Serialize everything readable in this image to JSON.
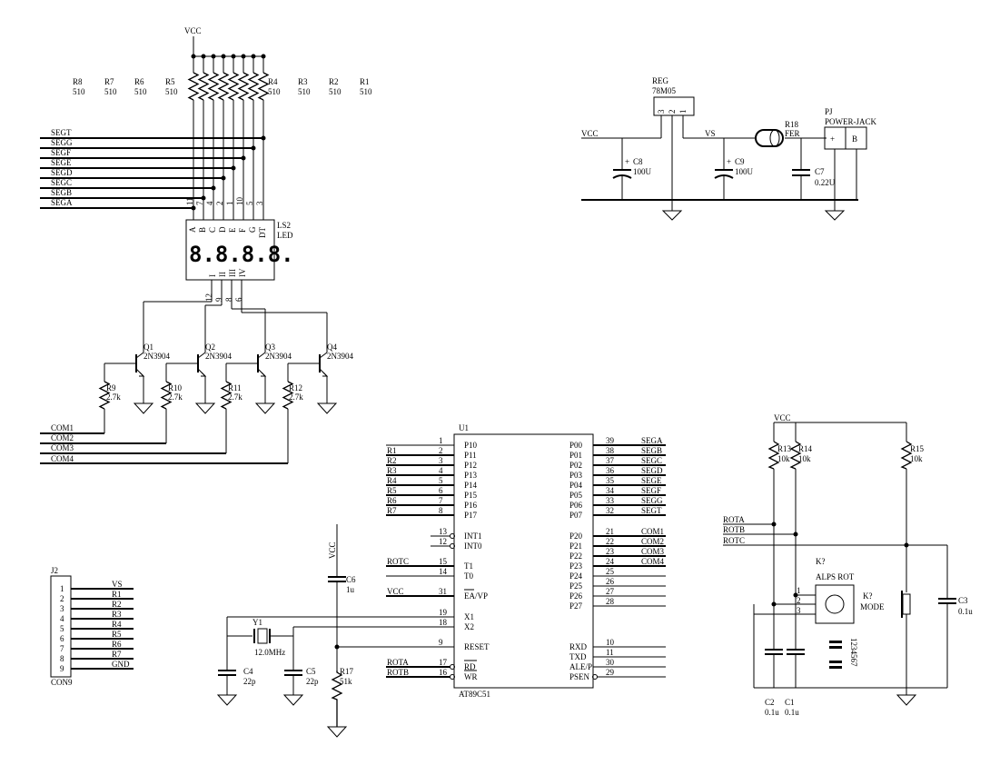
{
  "power": {
    "vcc": "VCC",
    "vs": "VS"
  },
  "display": {
    "resistors": [
      {
        "ref": "R8",
        "value": "510"
      },
      {
        "ref": "R7",
        "value": "510"
      },
      {
        "ref": "R6",
        "value": "510"
      },
      {
        "ref": "R5",
        "value": "510"
      },
      {
        "ref": "R4",
        "value": "510"
      },
      {
        "ref": "R3",
        "value": "510"
      },
      {
        "ref": "R2",
        "value": "510"
      },
      {
        "ref": "R1",
        "value": "510"
      }
    ],
    "segment_nets": [
      "SEGT",
      "SEGG",
      "SEGF",
      "SEGE",
      "SEGD",
      "SEGC",
      "SEGB",
      "SEGA"
    ],
    "led_ref": "LS2",
    "led_name": "LED",
    "led_pin_labels": [
      "A",
      "B",
      "C",
      "D",
      "E",
      "F",
      "G",
      "DT"
    ],
    "led_digit_labels": [
      "I",
      "II",
      "III",
      "IV"
    ],
    "led_pin_numbers_top": [
      "11",
      "7",
      "4",
      "2",
      "1",
      "10",
      "5",
      "3"
    ],
    "led_pin_numbers_bottom": [
      "12",
      "9",
      "8",
      "6"
    ],
    "digits": "8.8.8.8."
  },
  "drivers": [
    {
      "ref": "Q1",
      "part": "2N3904",
      "res_ref": "R9",
      "res_value": "2.7k",
      "com": "COM1"
    },
    {
      "ref": "Q2",
      "part": "2N3904",
      "res_ref": "R10",
      "res_value": "2.7k",
      "com": "COM2"
    },
    {
      "ref": "Q3",
      "part": "2N3904",
      "res_ref": "R11",
      "res_value": "2.7k",
      "com": "COM3"
    },
    {
      "ref": "Q4",
      "part": "2N3904",
      "res_ref": "R12",
      "res_value": "2.7k",
      "com": "COM4"
    }
  ],
  "regulator": {
    "reg_ref": "REG",
    "reg_part": "78M05",
    "reg_pins": [
      "3",
      "2",
      "1"
    ],
    "c8_ref": "C8",
    "c8_value": "100U",
    "c9_ref": "C9",
    "c9_value": "100U",
    "r18_ref": "R18",
    "r18_value": "FER",
    "c7_ref": "C7",
    "c7_value": "0.22U",
    "pj_ref": "PJ",
    "pj_name": "POWER-JACK",
    "pj_plus": "+",
    "pj_b": "B",
    "plus": "+"
  },
  "mcu": {
    "ref": "U1",
    "part": "AT89C51",
    "left_pins": [
      {
        "net": "",
        "num": "1",
        "name": "P10"
      },
      {
        "net": "R1",
        "num": "2",
        "name": "P11"
      },
      {
        "net": "R2",
        "num": "3",
        "name": "P12"
      },
      {
        "net": "R3",
        "num": "4",
        "name": "P13"
      },
      {
        "net": "R4",
        "num": "5",
        "name": "P14"
      },
      {
        "net": "R5",
        "num": "6",
        "name": "P15"
      },
      {
        "net": "R6",
        "num": "7",
        "name": "P16"
      },
      {
        "net": "R7",
        "num": "8",
        "name": "P17"
      },
      {
        "net": "",
        "num": "13",
        "name": "INT1"
      },
      {
        "net": "",
        "num": "12",
        "name": "INT0"
      },
      {
        "net": "ROTC",
        "num": "15",
        "name": "T1"
      },
      {
        "net": "",
        "num": "14",
        "name": "T0"
      },
      {
        "net": "VCC",
        "num": "31",
        "name": "EA/VP"
      },
      {
        "net": "",
        "num": "19",
        "name": "X1"
      },
      {
        "net": "",
        "num": "18",
        "name": "X2"
      },
      {
        "net": "",
        "num": "9",
        "name": "RESET"
      },
      {
        "net": "ROTA",
        "num": "17",
        "name": "RD"
      },
      {
        "net": "ROTB",
        "num": "16",
        "name": "WR"
      }
    ],
    "right_pins": [
      {
        "name": "P00",
        "num": "39",
        "net": "SEGA"
      },
      {
        "name": "P01",
        "num": "38",
        "net": "SEGB"
      },
      {
        "name": "P02",
        "num": "37",
        "net": "SEGC"
      },
      {
        "name": "P03",
        "num": "36",
        "net": "SEGD"
      },
      {
        "name": "P04",
        "num": "35",
        "net": "SEGE"
      },
      {
        "name": "P05",
        "num": "34",
        "net": "SEGF"
      },
      {
        "name": "P06",
        "num": "33",
        "net": "SEGG"
      },
      {
        "name": "P07",
        "num": "32",
        "net": "SEGT"
      },
      {
        "name": "P20",
        "num": "21",
        "net": "COM1"
      },
      {
        "name": "P21",
        "num": "22",
        "net": "COM2"
      },
      {
        "name": "P22",
        "num": "23",
        "net": "COM3"
      },
      {
        "name": "P23",
        "num": "24",
        "net": "COM4"
      },
      {
        "name": "P24",
        "num": "25",
        "net": ""
      },
      {
        "name": "P25",
        "num": "26",
        "net": ""
      },
      {
        "name": "P26",
        "num": "27",
        "net": ""
      },
      {
        "name": "P27",
        "num": "28",
        "net": ""
      },
      {
        "name": "RXD",
        "num": "10",
        "net": ""
      },
      {
        "name": "TXD",
        "num": "11",
        "net": ""
      },
      {
        "name": "ALE/P",
        "num": "30",
        "net": ""
      },
      {
        "name": "PSEN",
        "num": "29",
        "net": ""
      }
    ]
  },
  "osc": {
    "y1_ref": "Y1",
    "y1_value": "12.0MHz",
    "c4_ref": "C4",
    "c4_value": "22p",
    "c5_ref": "C5",
    "c5_value": "22p",
    "c6_ref": "C6",
    "c6_value": "1u",
    "r17_ref": "R17",
    "r17_value": "51k"
  },
  "connector": {
    "ref": "J2",
    "part": "CON9",
    "pins": [
      {
        "num": "1",
        "net": "VS"
      },
      {
        "num": "2",
        "net": "R1"
      },
      {
        "num": "3",
        "net": "R2"
      },
      {
        "num": "4",
        "net": "R3"
      },
      {
        "num": "5",
        "net": "R4"
      },
      {
        "num": "6",
        "net": "R5"
      },
      {
        "num": "7",
        "net": "R6"
      },
      {
        "num": "8",
        "net": "R7"
      },
      {
        "num": "9",
        "net": "GND"
      }
    ]
  },
  "encoder": {
    "r13_ref": "R13",
    "r13_value": "10k",
    "r14_ref": "R14",
    "r14_value": "10k",
    "r15_ref": "R15",
    "r15_value": "10k",
    "nets": [
      "ROTA",
      "ROTB",
      "ROTC"
    ],
    "enc_ref": "K?",
    "enc_name": "ALPS ROT",
    "enc_pins": [
      "1",
      "2",
      "3"
    ],
    "sw_ref": "K?",
    "sw_name": "MODE",
    "c3_ref": "C3",
    "c3_value": "0.1u",
    "c2_ref": "C2",
    "c2_value": "0.1u",
    "c1_ref": "C1",
    "c1_value": "0.1u",
    "side_numbers": "1234567"
  }
}
